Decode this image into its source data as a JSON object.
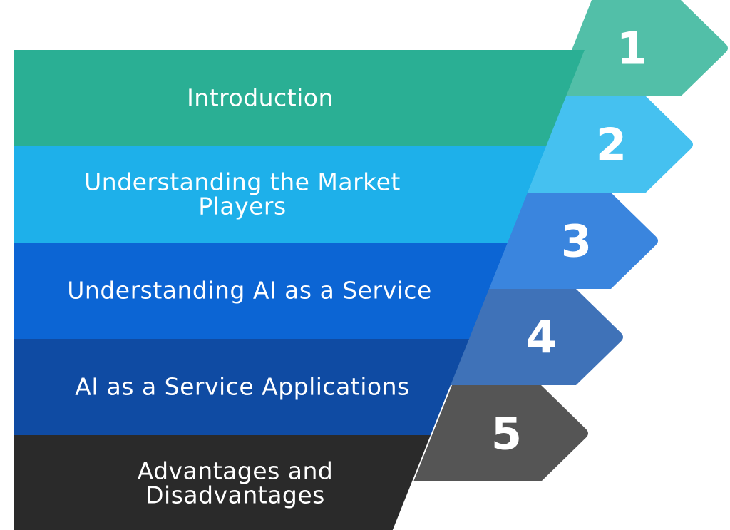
{
  "steps": [
    {
      "number": "1",
      "label": [
        "Introduction"
      ],
      "band_color": "#2aaf94",
      "tab_color": "#52bfa8"
    },
    {
      "number": "2",
      "label": [
        "Understanding the Market",
        "Players"
      ],
      "band_color": "#1eb0ea",
      "tab_color": "#45c1f0"
    },
    {
      "number": "3",
      "label": [
        "Understanding AI as a Service"
      ],
      "band_color": "#0c65d4",
      "tab_color": "#3a85de"
    },
    {
      "number": "4",
      "label": [
        "AI as a Service Applications"
      ],
      "band_color": "#0f4ba3",
      "tab_color": "#3f72b8"
    },
    {
      "number": "5",
      "label": [
        "Advantages and",
        "Disadvantages"
      ],
      "band_color": "#2a2a2a",
      "tab_color": "#555555"
    }
  ]
}
